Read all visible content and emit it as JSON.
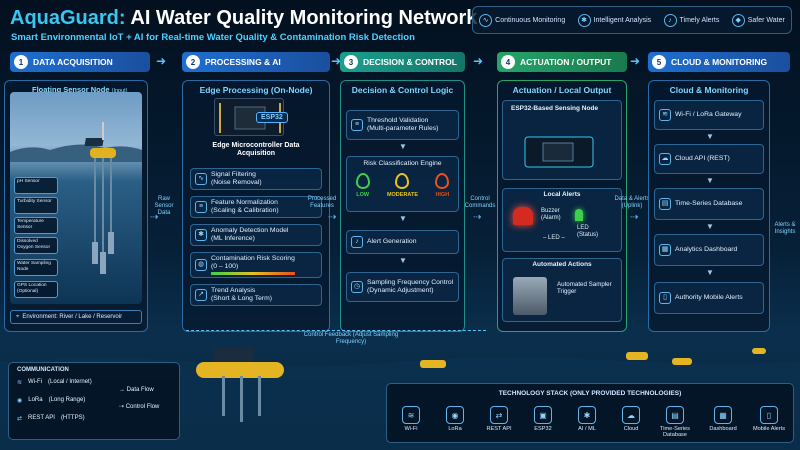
{
  "header": {
    "brand": "AquaGuard:",
    "title_rest": " AI Water Quality Monitoring Network",
    "subtitle": "Smart Environmental IoT + AI for Real-time Water Quality & Contamination Risk Detection",
    "badges": [
      "Continuous Monitoring",
      "Intelligent Analysis",
      "Timely Alerts",
      "Safer Water"
    ]
  },
  "stages": [
    {
      "num": "1",
      "label": "DATA ACQUISITION"
    },
    {
      "num": "2",
      "label": "PROCESSING & AI"
    },
    {
      "num": "3",
      "label": "DECISION & CONTROL"
    },
    {
      "num": "4",
      "label": "ACTUATION / OUTPUT"
    },
    {
      "num": "5",
      "label": "CLOUD & MONITORING"
    }
  ],
  "acquisition": {
    "node_title": "Floating Sensor Node",
    "node_sub": "(Input)",
    "sensors": [
      "pH Sensor",
      "Turbidity Sensor",
      "Temperature Sensor",
      "Dissolved Oxygen Sensor",
      "Water Sampling Node",
      "GPS Location (Optional)"
    ],
    "environment": "Environment: River / Lake / Reservoir"
  },
  "processing": {
    "title": "Edge Processing (On-Node)",
    "chip": "ESP32",
    "mcu": "Edge Microcontroller Data Acquisition",
    "steps": [
      {
        "name": "Signal Filtering",
        "sub": "(Noise Removal)"
      },
      {
        "name": "Feature Normalization",
        "sub": "(Scaling & Calibration)"
      },
      {
        "name": "Anomaly Detection Model",
        "sub": "(ML Inference)"
      },
      {
        "name": "Contamination Risk Scoring",
        "sub": "(0 – 100)"
      },
      {
        "name": "Trend Analysis",
        "sub": "(Short & Long Term)"
      }
    ]
  },
  "decision": {
    "title": "Decision & Control Logic",
    "threshold": {
      "name": "Threshold Validation",
      "sub": "(Multi-parameter Rules)"
    },
    "engine": "Risk Classification Engine",
    "levels": [
      "LOW",
      "MODERATE",
      "HIGH"
    ],
    "alert": "Alert Generation",
    "sampling": {
      "name": "Sampling Frequency Control",
      "sub": "(Dynamic Adjustment)"
    }
  },
  "actuation": {
    "title": "Actuation / Local Output",
    "node": "ESP32-Based Sensing Node",
    "local_title": "Local Alerts",
    "buzzer": {
      "name": "Buzzer",
      "sub": "(Alarm)"
    },
    "led": {
      "name": "LED",
      "sub": "(Status)"
    },
    "led_mark": "– LED –",
    "auto_title": "Automated Actions",
    "sampler": "Automated Sampler Trigger"
  },
  "cloud": {
    "title": "Cloud & Monitoring",
    "items": [
      "Wi-Fi / LoRa Gateway",
      "Cloud API (REST)",
      "Time-Series Database",
      "Analytics Dashboard",
      "Authority Mobile Alerts"
    ]
  },
  "flows": {
    "raw": "Raw Sensor Data",
    "processed": "Processed Features",
    "control": "Control Commands",
    "uplink": "Data & Alerts (Uplink)",
    "insights": "Alerts & Insights",
    "feedback": "Control Feedback (Adjust Sampling Frequency)"
  },
  "legend": {
    "title": "COMMUNICATION",
    "rows": [
      {
        "name": "Wi-Fi",
        "desc": "(Local / Internet)"
      },
      {
        "name": "LoRa",
        "desc": "(Long Range)"
      },
      {
        "name": "REST API",
        "desc": "(HTTPS)"
      }
    ],
    "data_flow": "Data Flow",
    "control_flow": "Control Flow"
  },
  "tech": {
    "title": "TECHNOLOGY STACK (ONLY PROVIDED TECHNOLOGIES)",
    "items": [
      "Wi-Fi",
      "LoRa",
      "REST API",
      "ESP32",
      "AI / ML",
      "Cloud",
      "Time-Series Database",
      "Dashboard",
      "Mobile Alerts"
    ]
  },
  "colors": {
    "accent": "#39c6f0",
    "low": "#3ecf4a",
    "moderate": "#e8c21c",
    "high": "#e8501c"
  }
}
